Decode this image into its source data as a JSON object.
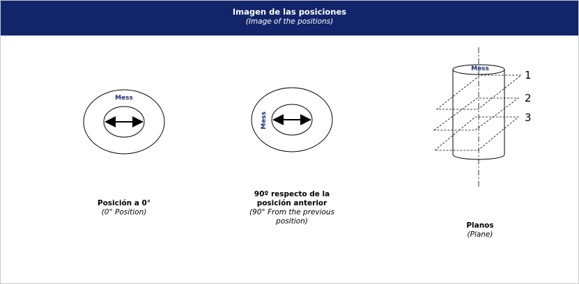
{
  "header": {
    "title": "Imagen de las posiciones",
    "subtitle": "(Image of the positions)"
  },
  "figures": {
    "pos0": {
      "tag": "Mess",
      "caption_es": "Posición a 0°",
      "caption_en": "(0° Position)"
    },
    "pos90": {
      "tag": "Mess",
      "caption_es_line1": "90º  respecto de la",
      "caption_es_line2": "posición anterior",
      "caption_en_line1": "(90° From the previous",
      "caption_en_line2": "position)"
    },
    "planes": {
      "tag": "Mess",
      "plane_labels": [
        "1",
        "2",
        "3"
      ],
      "caption_es": "Planos",
      "caption_en": "(Plane)"
    }
  },
  "colors": {
    "header_bg": "#12256a",
    "label_blue": "#1c2d78"
  }
}
